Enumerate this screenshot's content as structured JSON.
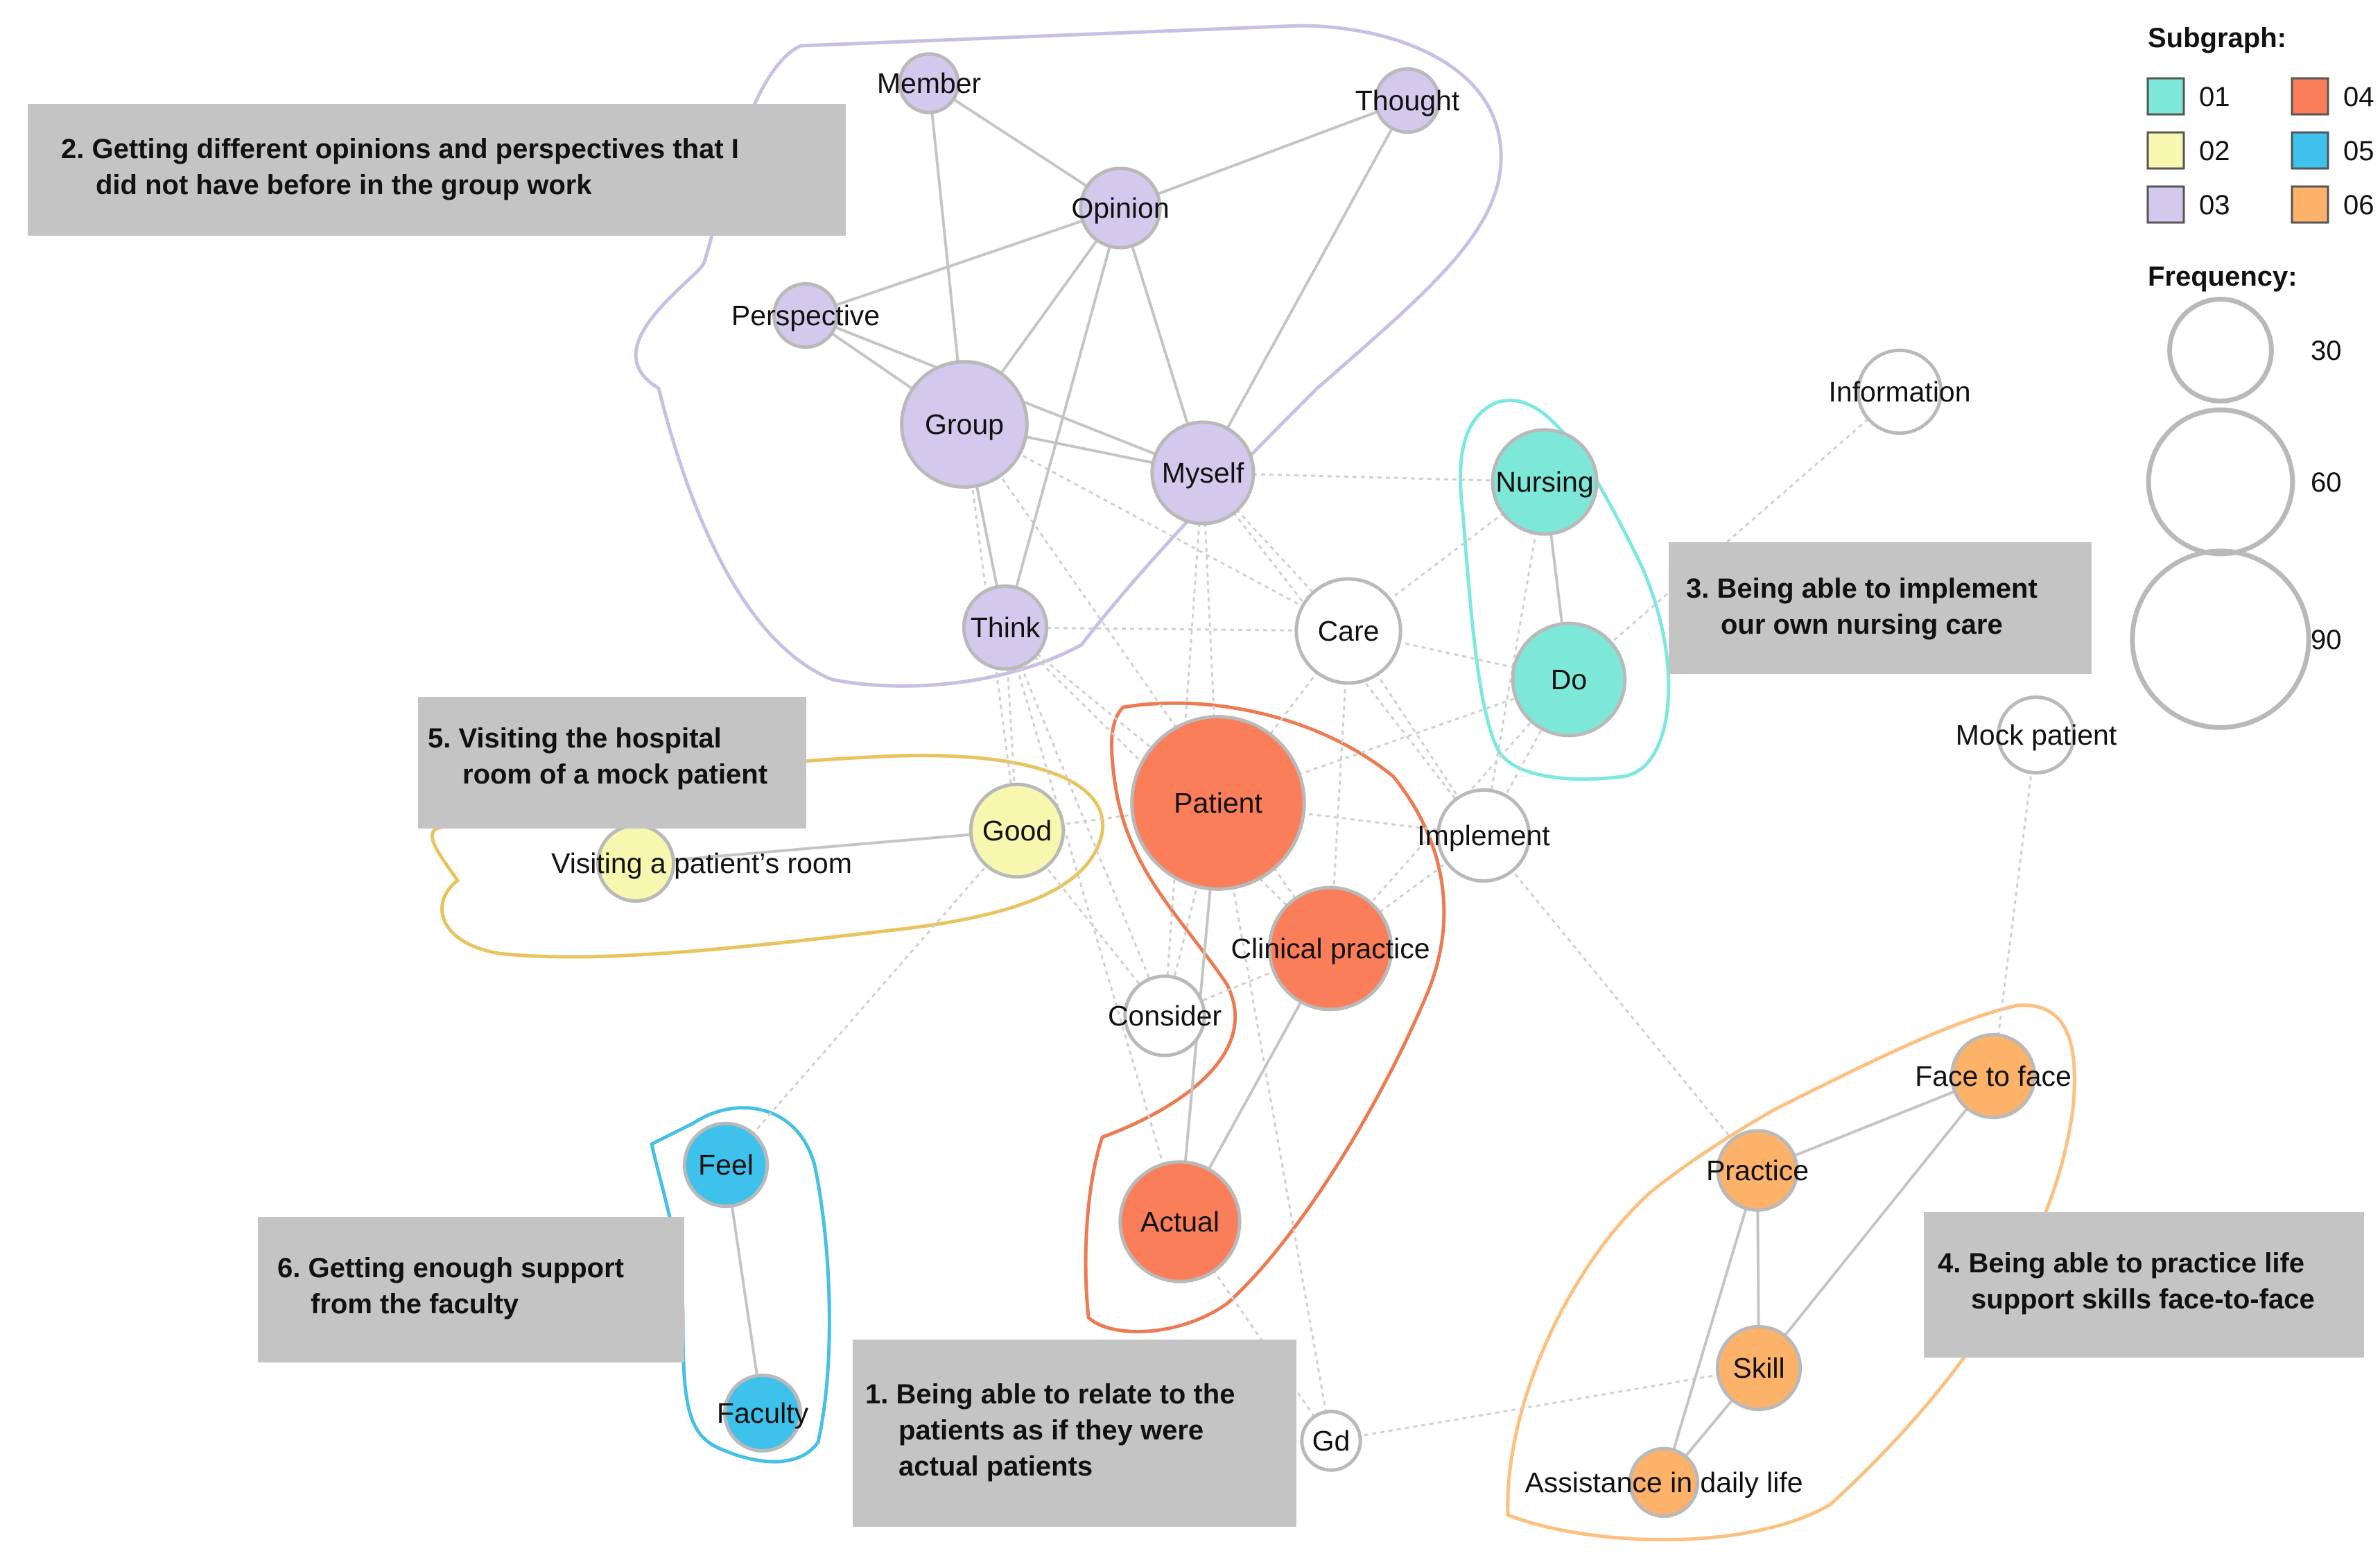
{
  "legend": {
    "subgraph_title": "Subgraph:",
    "frequency_title": "Frequency:",
    "subgraphs": [
      {
        "id": "01",
        "label": "01",
        "color": "#7ee8d8"
      },
      {
        "id": "02",
        "label": "02",
        "color": "#f7f7b0"
      },
      {
        "id": "03",
        "label": "03",
        "color": "#d3c9ec"
      },
      {
        "id": "04",
        "label": "04",
        "color": "#fa7e5a"
      },
      {
        "id": "05",
        "label": "05",
        "color": "#3ec1ea"
      },
      {
        "id": "06",
        "label": "06",
        "color": "#fdb26a"
      }
    ],
    "frequencies": [
      {
        "label": "30",
        "value": 30
      },
      {
        "label": "60",
        "value": 60
      },
      {
        "label": "90",
        "value": 90
      }
    ]
  },
  "colors": {
    "node_stroke": "#b9b9b9",
    "edge_solid": "#c4c4c4",
    "edge_dashed": "#cfcfcf",
    "box_fill": "#c4c4c4",
    "hull_01": "#7ee8e0",
    "hull_02": "#e8c460",
    "hull_03": "#c8bfe4",
    "hull_04": "#ec7a52",
    "hull_05": "#46c0e4",
    "hull_06": "#fcc080",
    "uncolored": "#ffffff"
  },
  "nodes": [
    {
      "id": "member",
      "label": "Member",
      "group": "03",
      "freq": 12
    },
    {
      "id": "thought",
      "label": "Thought",
      "group": "03",
      "freq": 14
    },
    {
      "id": "opinion",
      "label": "Opinion",
      "group": "03",
      "freq": 22
    },
    {
      "id": "perspective",
      "label": "Perspective",
      "group": "03",
      "freq": 14
    },
    {
      "id": "group",
      "label": "Group",
      "group": "03",
      "freq": 55
    },
    {
      "id": "myself",
      "label": "Myself",
      "group": "03",
      "freq": 36
    },
    {
      "id": "think",
      "label": "Think",
      "group": "03",
      "freq": 24
    },
    {
      "id": "information",
      "label": "Information",
      "group": "",
      "freq": 24
    },
    {
      "id": "nursing",
      "label": "Nursing",
      "group": "01",
      "freq": 38
    },
    {
      "id": "care",
      "label": "Care",
      "group": "",
      "freq": 38
    },
    {
      "id": "do",
      "label": "Do",
      "group": "01",
      "freq": 44
    },
    {
      "id": "mock_patient",
      "label": "Mock patient",
      "group": "",
      "freq": 20
    },
    {
      "id": "good",
      "label": "Good",
      "group": "02",
      "freq": 30
    },
    {
      "id": "visiting",
      "label": "Visiting a patient’s room",
      "group": "02",
      "freq": 20
    },
    {
      "id": "patient",
      "label": "Patient",
      "group": "04",
      "freq": 104
    },
    {
      "id": "implement",
      "label": "Implement",
      "group": "",
      "freq": 29
    },
    {
      "id": "clinical",
      "label": "Clinical practice",
      "group": "04",
      "freq": 52
    },
    {
      "id": "consider",
      "label": "Consider",
      "group": "",
      "freq": 22
    },
    {
      "id": "face",
      "label": "Face to face",
      "group": "06",
      "freq": 24
    },
    {
      "id": "practice",
      "label": "Practice",
      "group": "06",
      "freq": 22
    },
    {
      "id": "feel",
      "label": "Feel",
      "group": "05",
      "freq": 24
    },
    {
      "id": "actual",
      "label": "Actual",
      "group": "04",
      "freq": 50
    },
    {
      "id": "skill",
      "label": "Skill",
      "group": "06",
      "freq": 24
    },
    {
      "id": "faculty",
      "label": "Faculty",
      "group": "05",
      "freq": 20
    },
    {
      "id": "gd",
      "label": "Gd",
      "group": "",
      "freq": 12
    },
    {
      "id": "assistance",
      "label": "Assistance in daily life",
      "group": "06",
      "freq": 16
    }
  ],
  "edges_solid": [
    [
      "member",
      "opinion"
    ],
    [
      "member",
      "group"
    ],
    [
      "thought",
      "opinion"
    ],
    [
      "thought",
      "myself"
    ],
    [
      "opinion",
      "perspective"
    ],
    [
      "opinion",
      "group"
    ],
    [
      "opinion",
      "myself"
    ],
    [
      "opinion",
      "think"
    ],
    [
      "perspective",
      "group"
    ],
    [
      "perspective",
      "myself"
    ],
    [
      "group",
      "myself"
    ],
    [
      "group",
      "think"
    ],
    [
      "nursing",
      "do"
    ],
    [
      "good",
      "visiting"
    ],
    [
      "patient",
      "actual"
    ],
    [
      "clinical",
      "actual"
    ],
    [
      "face",
      "practice"
    ],
    [
      "face",
      "skill"
    ],
    [
      "practice",
      "skill"
    ],
    [
      "practice",
      "assistance"
    ],
    [
      "skill",
      "assistance"
    ],
    [
      "feel",
      "faculty"
    ]
  ],
  "edges_dashed": [
    [
      "myself",
      "nursing"
    ],
    [
      "myself",
      "care"
    ],
    [
      "myself",
      "implement"
    ],
    [
      "myself",
      "patient"
    ],
    [
      "myself",
      "consider"
    ],
    [
      "group",
      "care"
    ],
    [
      "group",
      "clinical"
    ],
    [
      "group",
      "good"
    ],
    [
      "think",
      "care"
    ],
    [
      "think",
      "good"
    ],
    [
      "think",
      "patient"
    ],
    [
      "think",
      "consider"
    ],
    [
      "think",
      "actual"
    ],
    [
      "think",
      "clinical"
    ],
    [
      "information",
      "do"
    ],
    [
      "care",
      "nursing"
    ],
    [
      "care",
      "do"
    ],
    [
      "care",
      "patient"
    ],
    [
      "care",
      "implement"
    ],
    [
      "care",
      "clinical"
    ],
    [
      "do",
      "patient"
    ],
    [
      "do",
      "implement"
    ],
    [
      "do",
      "clinical"
    ],
    [
      "nursing",
      "implement"
    ],
    [
      "mock_patient",
      "face"
    ],
    [
      "good",
      "patient"
    ],
    [
      "good",
      "consider"
    ],
    [
      "good",
      "feel"
    ],
    [
      "patient",
      "implement"
    ],
    [
      "implement",
      "clinical"
    ],
    [
      "implement",
      "practice"
    ],
    [
      "consider",
      "patient"
    ],
    [
      "consider",
      "clinical"
    ],
    [
      "actual",
      "gd"
    ],
    [
      "patient",
      "gd"
    ],
    [
      "gd",
      "skill"
    ]
  ],
  "annotations": [
    {
      "id": "box2",
      "lines": [
        "2. Getting different opinions and perspectives that I",
        "did not have before in the group work"
      ]
    },
    {
      "id": "box3",
      "lines": [
        "3. Being able to implement",
        "our own nursing care"
      ]
    },
    {
      "id": "box5",
      "lines": [
        "5. Visiting the hospital",
        "room of a mock patient"
      ]
    },
    {
      "id": "box6",
      "lines": [
        "6. Getting enough support",
        "from the faculty"
      ]
    },
    {
      "id": "box1",
      "lines": [
        "1. Being able to relate to the",
        "patients as if they were",
        "actual patients"
      ]
    },
    {
      "id": "box4",
      "lines": [
        "4. Being able to practice life",
        "support skills face-to-face"
      ]
    }
  ]
}
